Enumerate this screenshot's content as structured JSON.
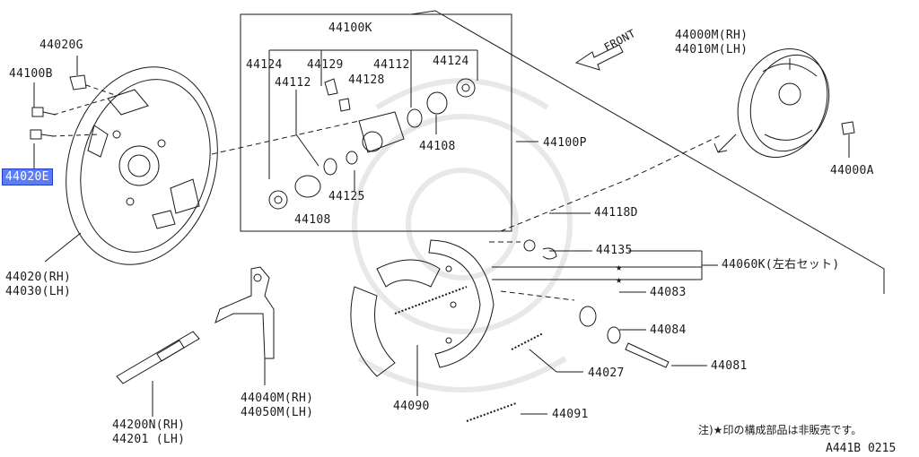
{
  "labels": {
    "p44020G": "44020G",
    "p44100B": "44100B",
    "p44020E": "44020E",
    "p44020": "44020(RH)",
    "p44030": "44030(LH)",
    "p44100K": "44100K",
    "p44124a": "44124",
    "p44129": "44129",
    "p44112a": "44112",
    "p44124b": "44124",
    "p44112b": "44112",
    "p44128": "44128",
    "p44108a": "44108",
    "p44125": "44125",
    "p44108b": "44108",
    "p44100P": "44100P",
    "front": "FRONT",
    "p44000M": "44000M(RH)",
    "p44010M": "44010M(LH)",
    "p44000A": "44000A",
    "p44118D": "44118D",
    "p44135": "44135",
    "p44060K": "44060K(左右セット)",
    "star1": "★",
    "star2": "★",
    "p44083": "44083",
    "p44084": "44084",
    "p44081": "44081",
    "p44027": "44027",
    "p44090": "44090",
    "p44091": "44091",
    "p44040M": "44040M(RH)",
    "p44050M": "44050M(LH)",
    "p44200N": "44200N(RH)",
    "p44201": "44201  (LH)"
  },
  "note": "注)★印の構成部品は非販売です。",
  "diagram_code": "A441B 0215",
  "highlight_color": "#5b7cf5"
}
